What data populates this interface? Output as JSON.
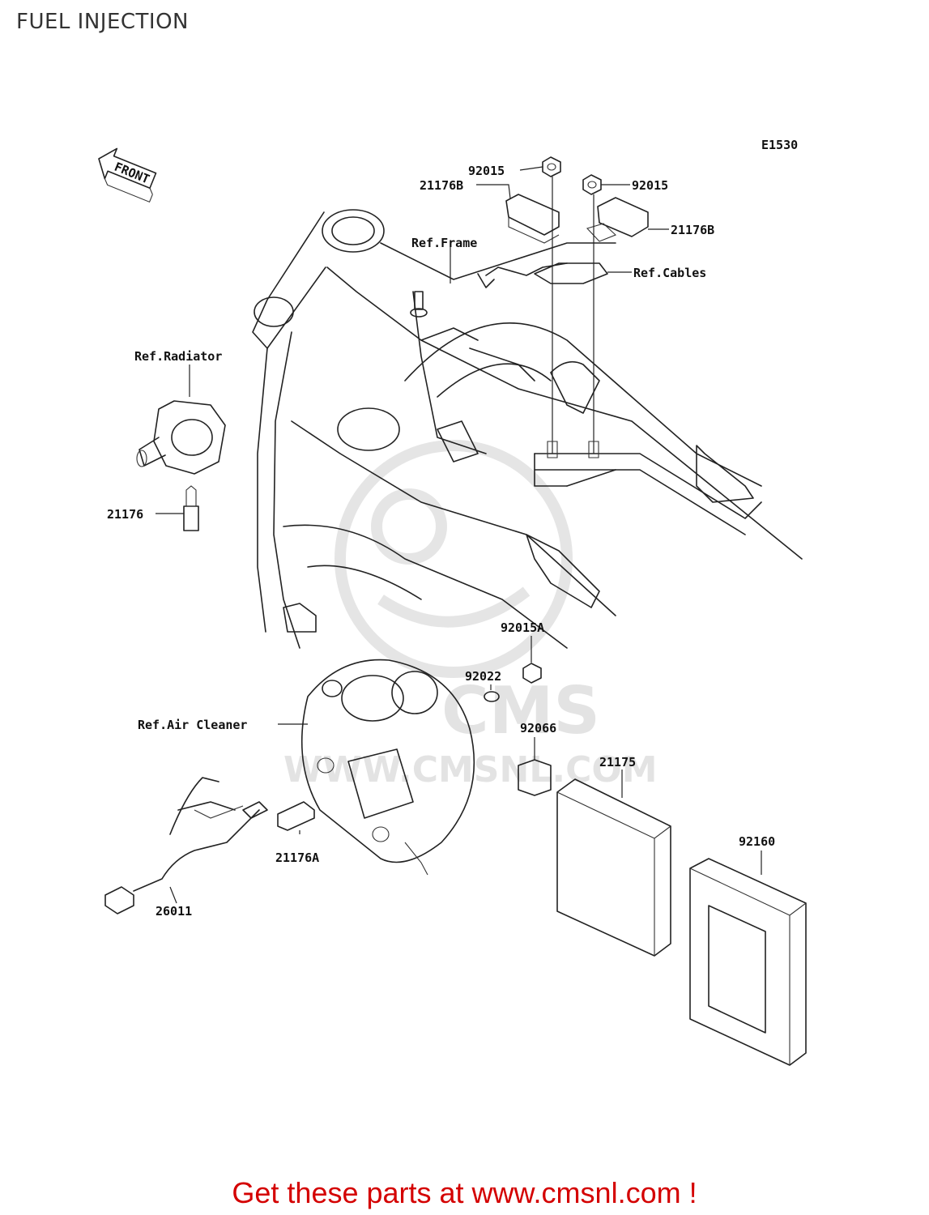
{
  "header": {
    "title": "FUEL INJECTION"
  },
  "diagram": {
    "code": "E1530",
    "front_marker": "FRONT",
    "labels": {
      "p92015_left": "92015",
      "p92015_right": "92015",
      "p21176B_left": "21176B",
      "p21176B_right": "21176B",
      "ref_frame": "Ref.Frame",
      "ref_cables": "Ref.Cables",
      "ref_radiator": "Ref.Radiator",
      "p21176": "21176",
      "p92015A": "92015A",
      "p92022": "92022",
      "ref_air_cleaner": "Ref.Air Cleaner",
      "p92066": "92066",
      "p21175": "21175",
      "p92160": "92160",
      "p21176A": "21176A",
      "p26011": "26011"
    },
    "watermark": {
      "brand": "CMS",
      "site": "WWW.CMSNL.COM"
    }
  },
  "footer": {
    "link_text": "Get these parts at www.cmsnl.com !"
  },
  "colors": {
    "footer_text": "#d40000",
    "line": "#222222",
    "watermark": "#cfcfcf"
  }
}
